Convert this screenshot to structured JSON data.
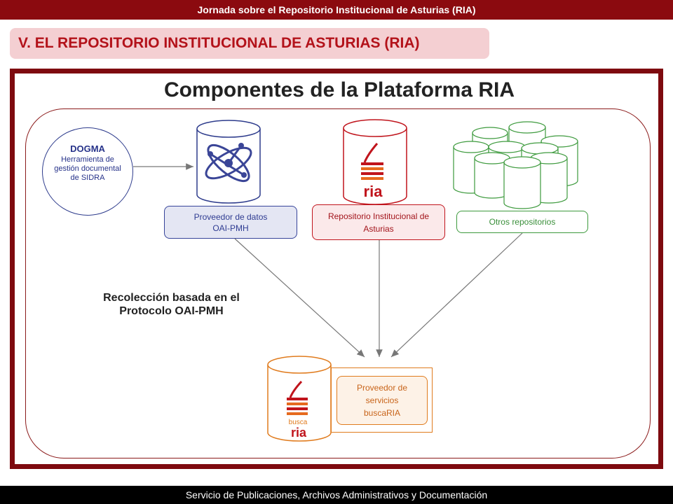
{
  "header": {
    "title": "Jornada sobre el Repositorio Institucional de Asturias (RIA)"
  },
  "section": {
    "title": "V. EL REPOSITORIO INSTITUCIONAL DE ASTURIAS (RIA)"
  },
  "diagram": {
    "title": "Componentes de la Plataforma RIA",
    "dogma": {
      "name": "DOGMA",
      "desc": "Herramienta de gestión documental de SIDRA"
    },
    "nodes": {
      "provider": {
        "label": "Proveedor de datos OAI-PMH",
        "color": "#2f3c92"
      },
      "ria": {
        "label": "Repositorio Institucional de Asturias",
        "color": "#c0141c",
        "logo": "ria"
      },
      "others": {
        "label": "Otros repositorios",
        "color": "#3d9a3d"
      },
      "service": {
        "label": "Proveedor de servicios buscaRIA",
        "color": "#e07b1d",
        "logo_top": "busca",
        "logo": "ria"
      }
    },
    "harvest_label": "Recolección basada en el Protocolo OAI-PMH"
  },
  "footer": {
    "text": "Servicio de Publicaciones, Archivos Administrativos y Documentación"
  }
}
